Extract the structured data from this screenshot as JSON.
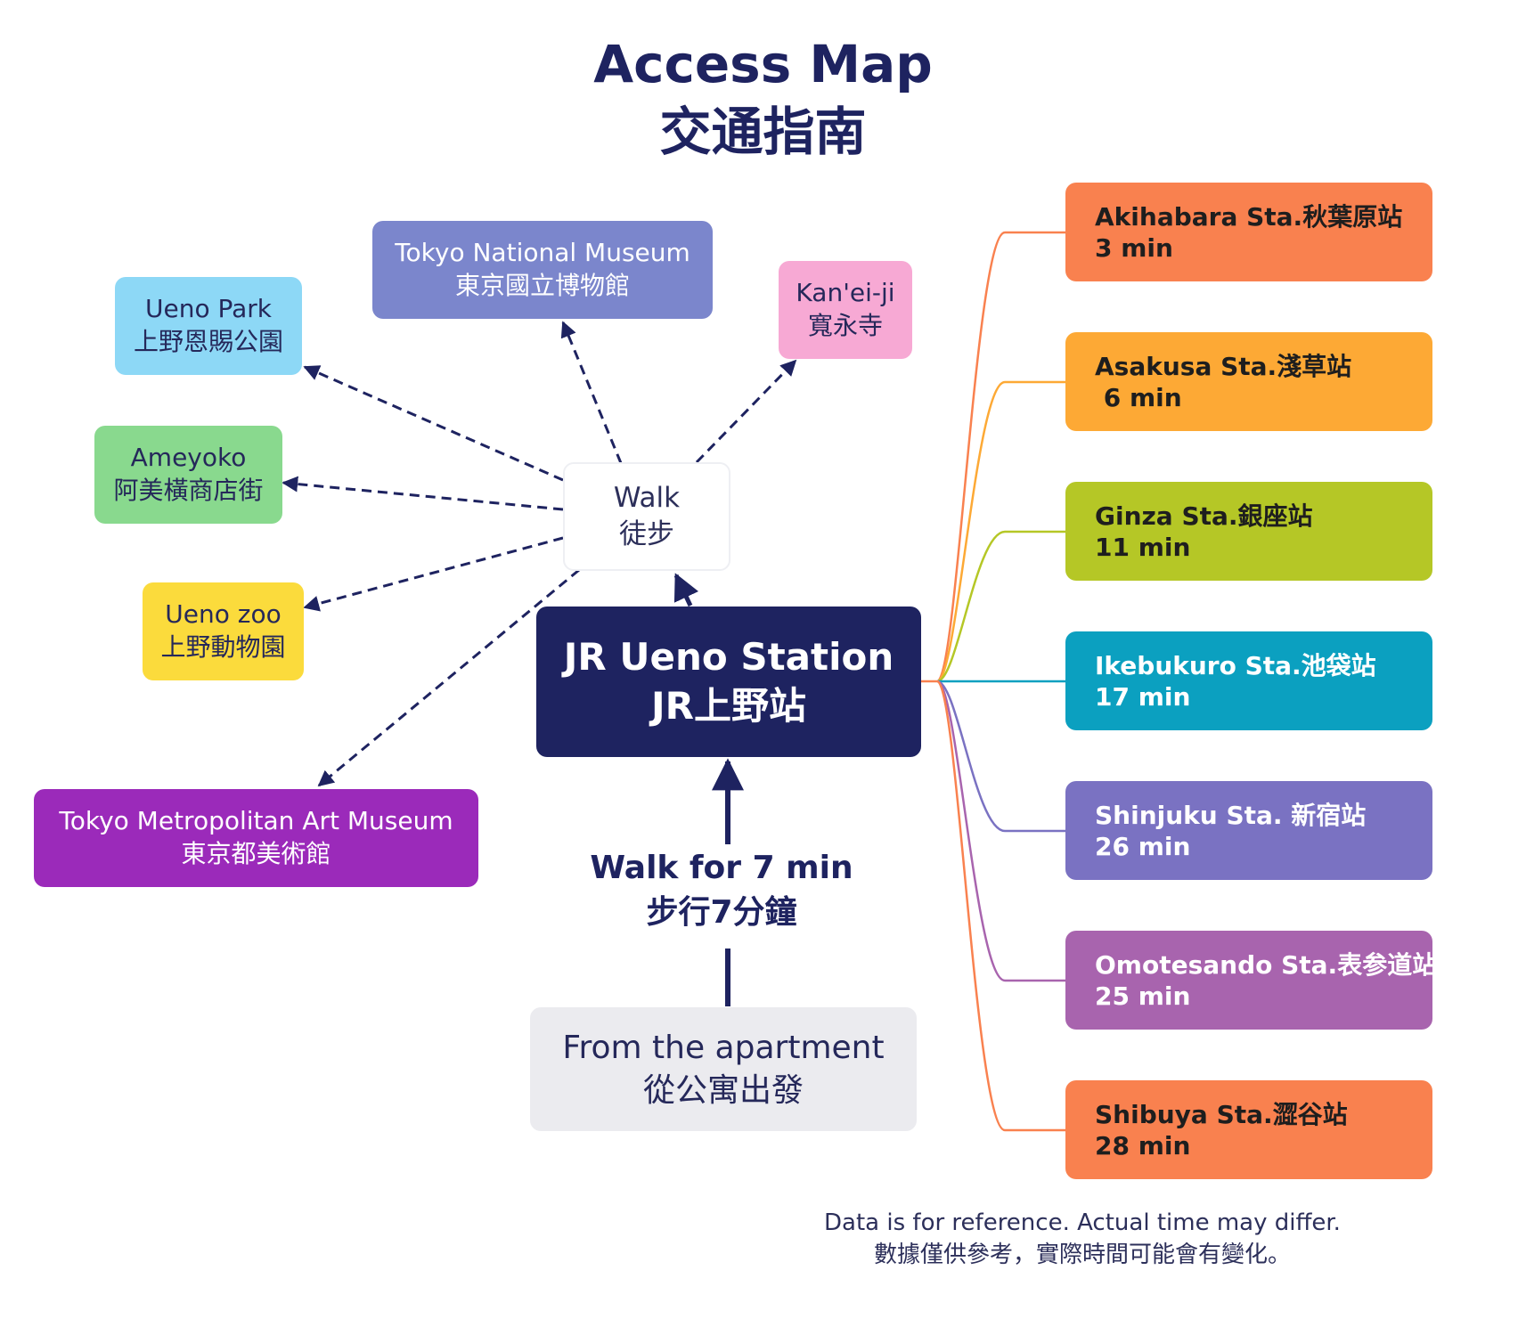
{
  "title": {
    "en": "Access Map",
    "zh": "交通指南"
  },
  "center": {
    "en": "JR Ueno Station",
    "zh": "JR上野站"
  },
  "walk_hub": {
    "en": "Walk",
    "zh": "徒步"
  },
  "origin": {
    "en": "From the apartment",
    "zh": "從公寓出發"
  },
  "walk_to_station": {
    "en": "Walk for 7 min",
    "zh": "步行7分鐘"
  },
  "attractions": [
    {
      "en": "Tokyo National Museum",
      "zh": "東京國立博物館",
      "color": "#7b86cc"
    },
    {
      "en": "Kan'ei-ji",
      "zh": "寬永寺",
      "color": "#f7a9d4"
    },
    {
      "en": "Ueno Park",
      "zh": "上野恩賜公園",
      "color": "#8dd8f6"
    },
    {
      "en": "Ameyoko",
      "zh": "阿美橫商店街",
      "color": "#89d98e"
    },
    {
      "en": "Ueno zoo",
      "zh": "上野動物園",
      "color": "#fbdb3c"
    },
    {
      "en": "Tokyo Metropolitan Art Museum",
      "zh": "東京都美術館",
      "color": "#9b2aba"
    }
  ],
  "stations": [
    {
      "name": "Akihabara Sta.秋葉原站",
      "time": "3 min",
      "color": "#f9814f",
      "text_color": "#1e1e1e"
    },
    {
      "name": "Asakusa Sta.淺草站",
      "time": " 6 min",
      "color": "#fda935",
      "text_color": "#1e1e1e"
    },
    {
      "name": "Ginza Sta.銀座站",
      "time": "11 min",
      "color": "#b5c726",
      "text_color": "#1e1e1e"
    },
    {
      "name": "Ikebukuro Sta.池袋站",
      "time": "17 min",
      "color": "#0ba0c0",
      "text_color": "#ffffff"
    },
    {
      "name": "Shinjuku Sta. 新宿站",
      "time": "26 min",
      "color": "#7a72c2",
      "text_color": "#ffffff"
    },
    {
      "name": "Omotesando Sta.表参道站",
      "time": "25 min",
      "color": "#a864ae",
      "text_color": "#ffffff"
    },
    {
      "name": "Shibuya Sta.澀谷站",
      "time": "28 min",
      "color": "#f9814f",
      "text_color": "#1e1e1e"
    }
  ],
  "note": {
    "en": "Data is for reference. Actual time may differ.",
    "zh": "數據僅供參考，實際時間可能會有變化。"
  }
}
